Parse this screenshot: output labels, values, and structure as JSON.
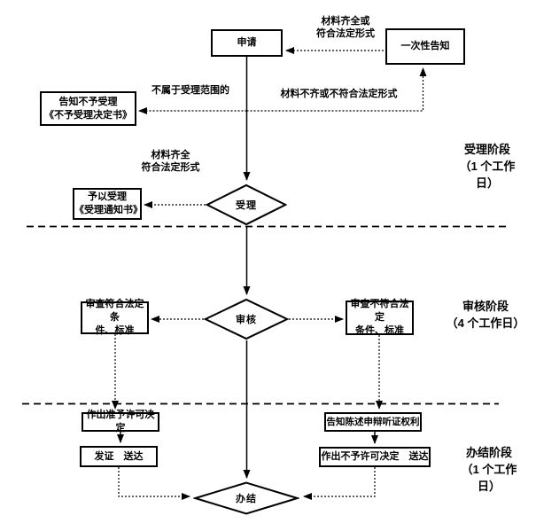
{
  "nodes": {
    "apply": {
      "label": "申请"
    },
    "one_time_notice": {
      "label": "一次性告知"
    },
    "reject_notice": {
      "label": "告知不予受理\n《不予受理决定书》"
    },
    "accept_notice": {
      "label": "予以受理\n《受理通知书》"
    },
    "accept_decision": {
      "label": "受理"
    },
    "review_decision": {
      "label": "审核"
    },
    "review_pass": {
      "label": "审查符合法定条\n件、标准"
    },
    "review_fail": {
      "label": "审查不符合法定\n条件、标准"
    },
    "grant_decision": {
      "label": "作出准予许可决定"
    },
    "issue_deliver": {
      "label": "发证　送达"
    },
    "notify_rights": {
      "label": "告知陈述申辩听证权利"
    },
    "deny_decision": {
      "label": "作出不予许可决定　送达"
    },
    "finish": {
      "label": "办结"
    }
  },
  "edge_labels": {
    "materials_complete_or_legal": "材料齐全或\n符合法定形式",
    "not_in_scope": "不属于受理范围的",
    "materials_incomplete": "材料不齐或不符合法定形式",
    "materials_complete_legal": "材料齐全\n符合法定形式"
  },
  "stages": [
    {
      "label": "受理阶段\n（1 个工作\n日）"
    },
    {
      "label": "审核阶段\n（4 个工作日）"
    },
    {
      "label": "办结阶段\n（1 个工作\n日）"
    }
  ],
  "colors": {
    "line": "#000000",
    "background": "#ffffff",
    "node_border": "#000000",
    "node_fill": "#ffffff",
    "text": "#000000"
  }
}
